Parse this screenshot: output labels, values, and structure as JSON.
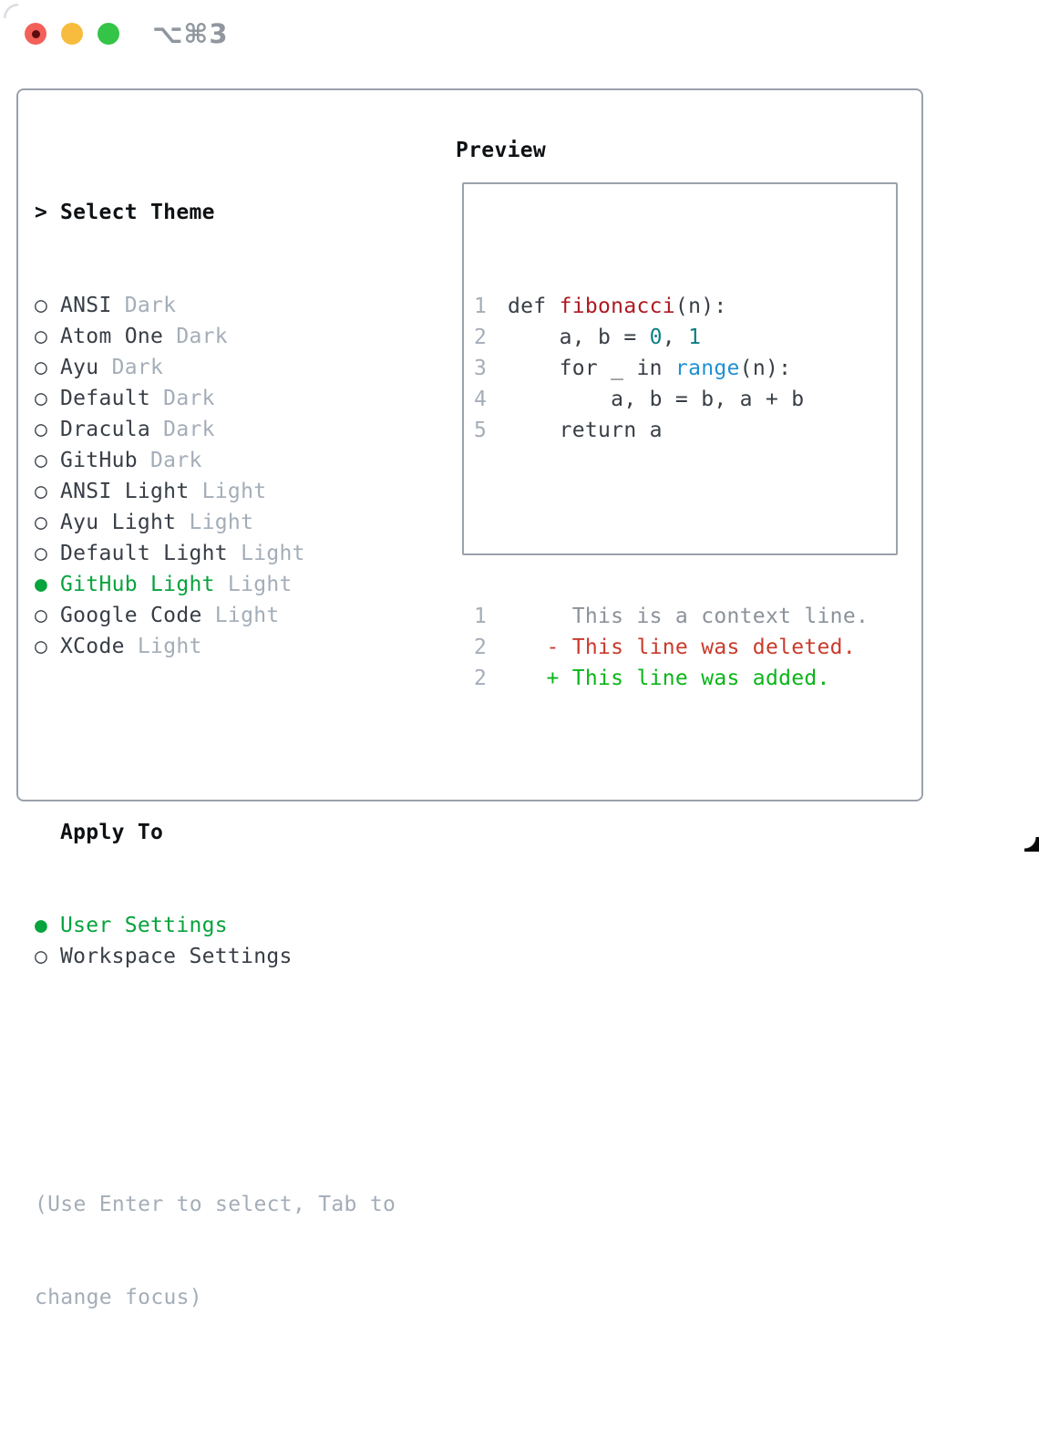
{
  "window": {
    "title": "⌥⌘3",
    "traffic_lights": [
      {
        "name": "close-button",
        "color": "#f3605a"
      },
      {
        "name": "minimize-button",
        "color": "#f7bc3d"
      },
      {
        "name": "zoom-button",
        "color": "#34c448"
      }
    ]
  },
  "icons": {
    "radio_selected": "●",
    "radio_unselected": "○",
    "selection_cursor": ">"
  },
  "theme_list": {
    "prompt": ">",
    "header": "Select Theme",
    "items": [
      {
        "name": "ANSI",
        "variant": "Dark",
        "selected": false
      },
      {
        "name": "Atom One",
        "variant": "Dark",
        "selected": false
      },
      {
        "name": "Ayu",
        "variant": "Dark",
        "selected": false
      },
      {
        "name": "Default",
        "variant": "Dark",
        "selected": false
      },
      {
        "name": "Dracula",
        "variant": "Dark",
        "selected": false
      },
      {
        "name": "GitHub",
        "variant": "Dark",
        "selected": false
      },
      {
        "name": "ANSI Light",
        "variant": "Light",
        "selected": false
      },
      {
        "name": "Ayu Light",
        "variant": "Light",
        "selected": false
      },
      {
        "name": "Default Light",
        "variant": "Light",
        "selected": false
      },
      {
        "name": "GitHub Light",
        "variant": "Light",
        "selected": true
      },
      {
        "name": "Google Code",
        "variant": "Light",
        "selected": false
      },
      {
        "name": "XCode",
        "variant": "Light",
        "selected": false
      }
    ]
  },
  "apply_to": {
    "header": "Apply To",
    "options": [
      {
        "label": "User Settings",
        "selected": true
      },
      {
        "label": "Workspace Settings",
        "selected": false
      }
    ]
  },
  "help": {
    "lines": [
      "(Use Enter to select, Tab to",
      "change focus)"
    ]
  },
  "preview": {
    "header": "Preview",
    "code_lines": [
      {
        "num": "1",
        "tokens": [
          {
            "text": "def ",
            "color": "fg"
          },
          {
            "text": "fibonacci",
            "color": "func"
          },
          {
            "text": "(n):",
            "color": "fg"
          }
        ]
      },
      {
        "num": "2",
        "tokens": [
          {
            "text": "    a, b = ",
            "color": "fg"
          },
          {
            "text": "0",
            "color": "num"
          },
          {
            "text": ", ",
            "color": "fg"
          },
          {
            "text": "1",
            "color": "num"
          }
        ]
      },
      {
        "num": "3",
        "tokens": [
          {
            "text": "    for _ in ",
            "color": "fg"
          },
          {
            "text": "range",
            "color": "builtin"
          },
          {
            "text": "(n):",
            "color": "fg"
          }
        ]
      },
      {
        "num": "4",
        "tokens": [
          {
            "text": "        a, b = b, a + b",
            "color": "fg"
          }
        ]
      },
      {
        "num": "5",
        "tokens": [
          {
            "text": "    return a",
            "color": "fg"
          }
        ]
      }
    ],
    "diff_lines": [
      {
        "num": "1",
        "text": "     This is a context line.",
        "kind": "context"
      },
      {
        "num": "2",
        "text": "   - This line was deleted.",
        "kind": "deleted"
      },
      {
        "num": "2",
        "text": "   + This line was added.",
        "kind": "added"
      }
    ]
  },
  "colors": {
    "fg": "#383e46",
    "func": "#ad1a22",
    "num": "#0d7e86",
    "builtin": "#2090d3",
    "muted": "#a4adb8",
    "selected_green": "#07a33d",
    "diff_context": "#8b929a",
    "diff_deleted": "#c93a2b",
    "diff_added": "#0ab519"
  }
}
